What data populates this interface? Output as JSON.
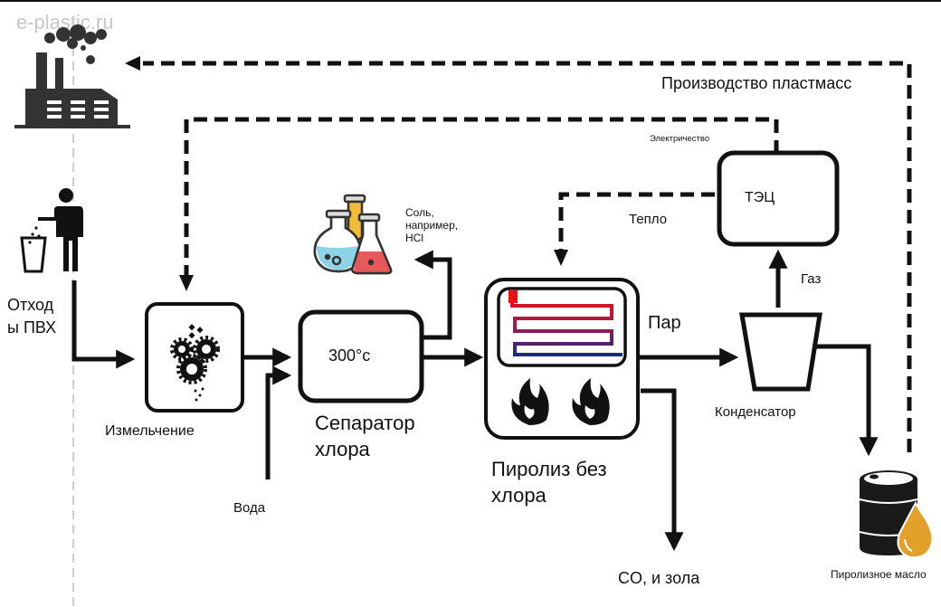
{
  "watermark": "e-plastic.ru",
  "nodes": {
    "factory": {
      "icon": "factory-icon"
    },
    "waste": {
      "icon": "person-trash-icon",
      "label": "Отход\nы ПВХ",
      "label_line1": "Отход",
      "label_line2": "ы ПВХ"
    },
    "shredding": {
      "icon": "gears-icon",
      "label": "Измельчение"
    },
    "chlorine_separator": {
      "temperature": "300°c",
      "label_line1": "Сепаратор",
      "label_line2": "хлора"
    },
    "salt": {
      "icon": "chemistry-flasks-icon",
      "label_line1": "Соль,",
      "label_line2": "например,",
      "label_line3": "HCl"
    },
    "pyrolysis": {
      "icon": "heater-flames-icon",
      "label_line1": "Пиролиз без",
      "label_line2": "хлора"
    },
    "chp": {
      "label": "ТЭЦ"
    },
    "condenser": {
      "label": "Конденсатор"
    },
    "oil": {
      "icon": "oil-barrel-icon",
      "label": "Пиролизное масло"
    }
  },
  "flows": {
    "water": "Вода",
    "steam": "Пар",
    "gas": "Газ",
    "heat": "Тепло",
    "electricity": "Электричество",
    "plastics_production": "Производство пластмасс",
    "co_ash": "CO, и зола"
  },
  "colors": {
    "line": "#111111",
    "oil_drop": "#e3a02a",
    "coil_hot": "#ee1111",
    "coil_cold": "#1a2a80",
    "flask_blue": "#8fd3e6",
    "flask_red": "#e85a5a",
    "flask_yellow": "#f2bb3a"
  }
}
